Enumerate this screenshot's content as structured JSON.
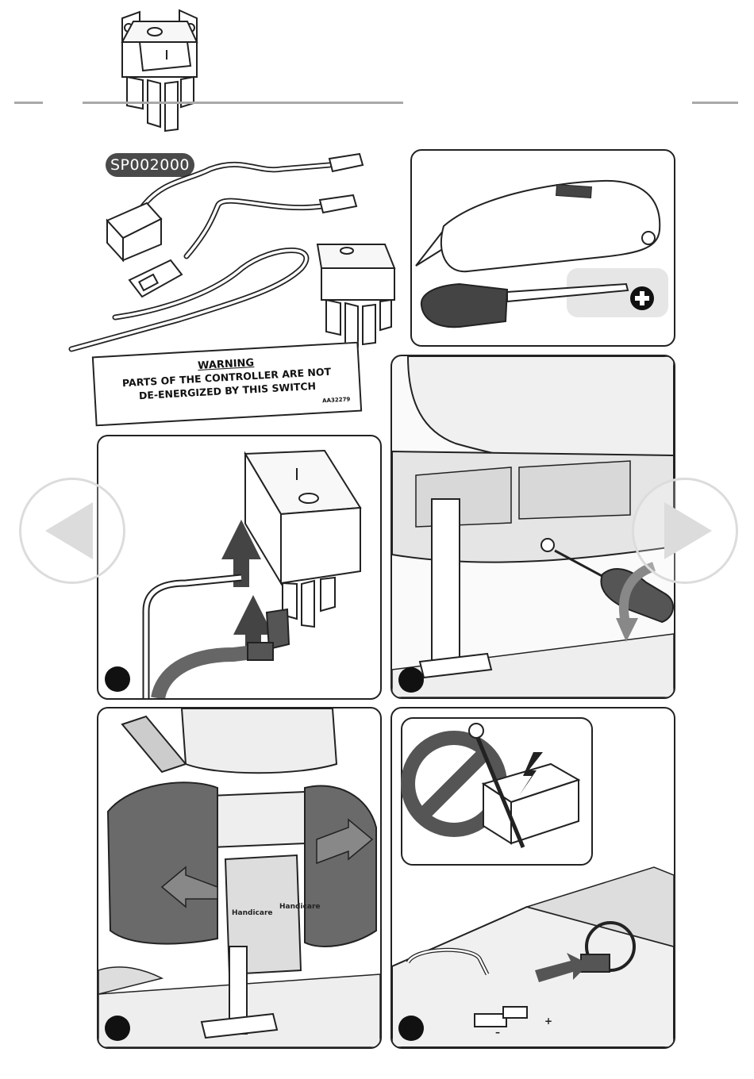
{
  "header": {
    "part_code": "SP002000"
  },
  "warning_label": {
    "title": "WARNING",
    "line1": "PARTS OF THE CONTROLLER ARE NOT",
    "line2": "DE-ENERGIZED BY THIS SWITCH",
    "code": "AA32279"
  },
  "unit_brand": {
    "left": "Handicare",
    "right": "Handicare"
  },
  "battery_terminals": {
    "negative": "–",
    "positive": "+"
  },
  "icons": {
    "tool_screwdriver_type": "plus-icon",
    "nav_prev": "arrow-left-icon",
    "nav_next": "arrow-right-icon",
    "prohibited": "prohibited-icon"
  },
  "colors": {
    "ink": "#222222",
    "cover_gray": "#6a6a6a",
    "light_gray": "#e6e6e6",
    "rule_gray": "#a9a9a9"
  }
}
